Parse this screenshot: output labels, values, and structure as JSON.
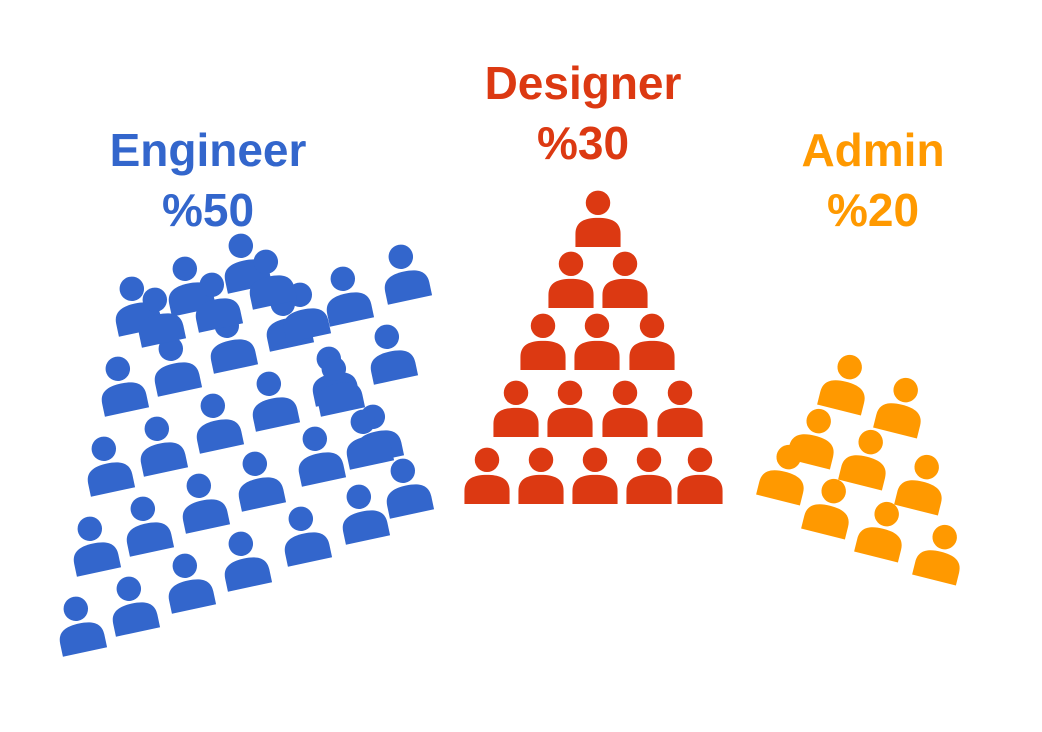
{
  "chart_data": {
    "type": "pictograph",
    "groups": [
      {
        "name": "Engineer",
        "label": "%50",
        "value": 50,
        "color": "#3366cc",
        "icon": "person-icon"
      },
      {
        "name": "Designer",
        "label": "%30",
        "value": 30,
        "color": "#dc3912",
        "icon": "person-icon"
      },
      {
        "name": "Admin",
        "label": "%20",
        "value": 20,
        "color": "#ff9900",
        "icon": "person-icon"
      }
    ]
  }
}
